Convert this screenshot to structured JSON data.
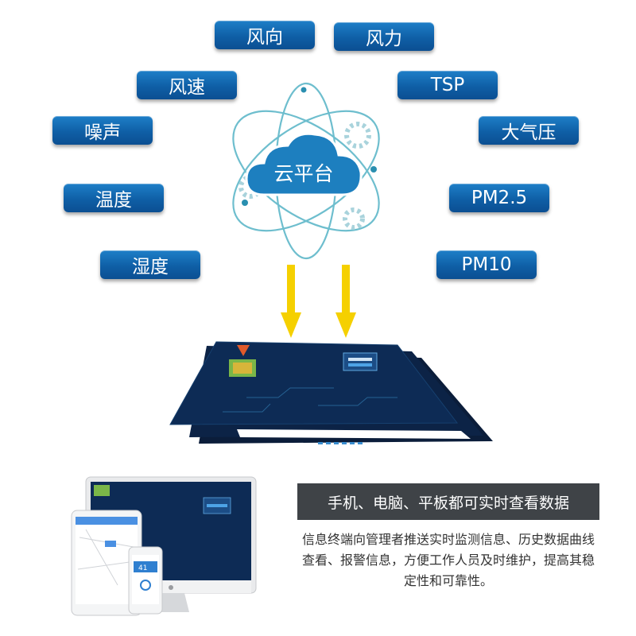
{
  "tags": {
    "wind_direction": "风向",
    "wind_force": "风力",
    "wind_speed": "风速",
    "tsp": "TSP",
    "noise": "噪声",
    "pressure": "大气压",
    "temperature": "温度",
    "pm25": "PM2.5",
    "humidity": "湿度",
    "pm10": "PM10"
  },
  "cloud": {
    "label": "云平台"
  },
  "bottom": {
    "headline": "手机、电脑、平板都可实时查看数据",
    "description": "信息终端向管理者推送实时监测信息、历史数据曲线查看、报警信息，方便工作人员及时维护，提高其稳定性和可靠性。"
  },
  "phone_reading": "41",
  "colors": {
    "tag_blue": "#0f5fa6",
    "arrow_yellow": "#f5d000",
    "headline_bg": "#3f4347"
  }
}
